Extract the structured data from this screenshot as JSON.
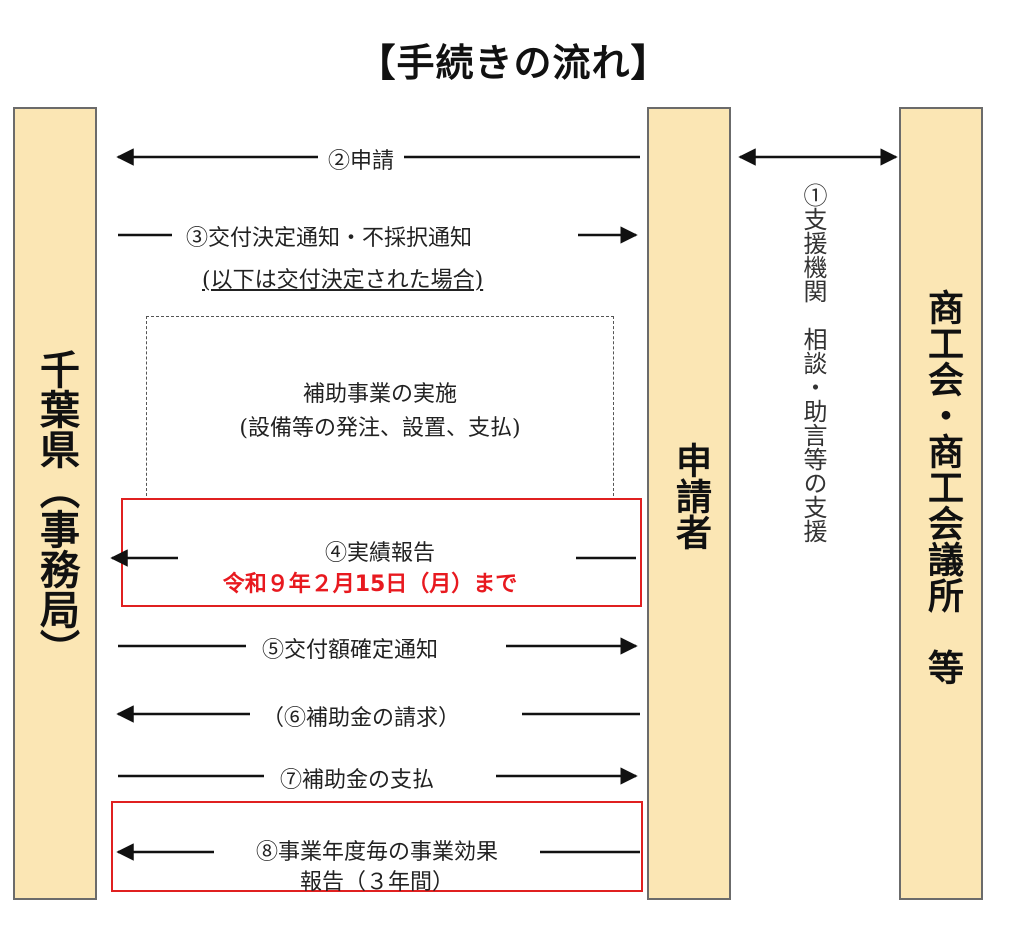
{
  "title": "【手続きの流れ】",
  "columns": {
    "left": "千葉県（事務局）",
    "center": "申請者",
    "right": "商工会・商工会議所　等"
  },
  "support_note": "①支援機関　相談・助言等の支援",
  "steps": {
    "s2": "②申請",
    "s3": "③交付決定通知・不採択通知",
    "s3_note": "(以下は交付決定された場合)",
    "impl_line1": "補助事業の実施",
    "impl_line2": "(設備等の発注、設置、支払)",
    "s4": "④実績報告",
    "s4_deadline": "令和９年２月15日（月）まで",
    "s5": "⑤交付額確定通知",
    "s6": "（⑥補助金の請求）",
    "s7": "⑦補助金の支払",
    "s8_line1": "⑧事業年度毎の事業効果",
    "s8_line2": "報告（３年間）"
  },
  "colors": {
    "column_fill": "#fbe6b4",
    "highlight_red": "#e02020"
  }
}
